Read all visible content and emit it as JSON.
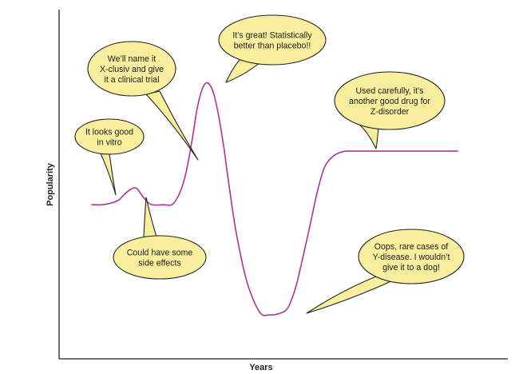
{
  "chart_data": {
    "type": "line",
    "title": "",
    "xlabel": "Years",
    "ylabel": "Popularity",
    "xlim": [
      0,
      100
    ],
    "ylim": [
      0,
      100
    ],
    "grid": false,
    "series": [
      {
        "color": "#b0309c",
        "x": [
          0,
          3.5,
          7.1,
          8.8,
          10.6,
          12.2,
          14.0,
          16.2,
          19.6,
          22.1,
          24.3,
          25.9,
          27.5,
          28.9,
          30.4,
          31.8,
          33.3,
          34.6,
          36.0,
          37.5,
          39.5,
          42.4,
          45.9,
          48.7,
          51.3,
          53.5,
          55.6,
          57.7,
          59.8,
          61.8,
          63.7,
          65.9,
          67.8,
          69.5,
          71.6,
          75.4,
          79.6,
          83.0,
          86.7,
          90.5,
          95.0,
          100
        ],
        "y": [
          47.3,
          47.4,
          48.7,
          50.7,
          52.5,
          52.9,
          50.0,
          47.4,
          47.3,
          47.5,
          52.1,
          59.0,
          69.9,
          80.6,
          87.2,
          88.6,
          85.1,
          78.0,
          67.6,
          54.0,
          37.7,
          21.2,
          10.8,
          9.9,
          10.4,
          12.1,
          18.6,
          29.4,
          41.1,
          52.4,
          60.2,
          63.7,
          65.0,
          65.5,
          65.5,
          65.5,
          65.5,
          65.5,
          65.5,
          65.5,
          65.5,
          65.5
        ]
      }
    ],
    "annotations": [
      {
        "lines": [
          "It looks good",
          "in vitro"
        ]
      },
      {
        "lines": [
          "We’ll name it",
          "X-clusiv and give",
          "it a clinical trial"
        ]
      },
      {
        "lines": [
          "It’s great! Statistically",
          "better than placebo!!"
        ]
      },
      {
        "lines": [
          "Used carefully, it’s",
          "another good drug for",
          "Z-disorder"
        ]
      },
      {
        "lines": [
          "Could have some",
          "side effects"
        ]
      },
      {
        "lines": [
          "Oops, rare cases of",
          "Y-disease. I wouldn’t",
          "give it to a dog!"
        ]
      }
    ]
  },
  "colors": {
    "curve": "#b0309c",
    "bubble_fill": "#f8ee9e",
    "bubble_stroke": "#222222",
    "axis": "#222222"
  }
}
